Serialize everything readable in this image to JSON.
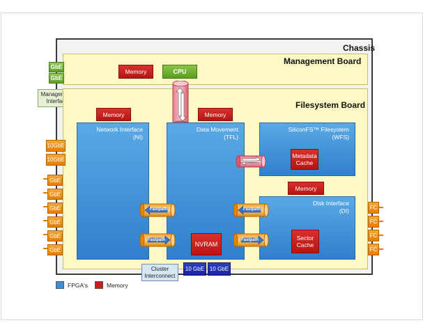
{
  "chassis": {
    "title": "Chassis"
  },
  "management_board": {
    "title": "Management Board",
    "memory": "Memory",
    "cpu": "CPU",
    "ports": [
      "GbE",
      "GbE"
    ]
  },
  "management_interface": "Management Interface",
  "filesystem_board": {
    "title": "Filesystem Board",
    "ni": {
      "memory": "Memory",
      "label": "Network Interface (NI)"
    },
    "tfl": {
      "memory": "Memory",
      "label": "Data Movement (TFL)",
      "nvram": "NVRAM"
    },
    "wfs": {
      "label": "SiliconFS™ Filesystem (WFS)",
      "cache": "Metadata Cache"
    },
    "di": {
      "memory": "Memory",
      "label": "Disk Interface (DI)",
      "cache": "Sector Cache"
    },
    "fastpath": "Fastpath"
  },
  "left_ports": [
    "10GbE",
    "10GbE",
    "GbE",
    "GbE",
    "GbE",
    "GbE",
    "GbE",
    "GbE"
  ],
  "right_ports": [
    "FC",
    "FC",
    "FC",
    "FC"
  ],
  "cluster_interconnect": {
    "label": "Cluster Interconnect",
    "ports": [
      "10 GbE",
      "10 GbE"
    ]
  },
  "legend": {
    "fpga": "FPGA's",
    "memory": "Memory"
  },
  "colors": {
    "fpga": "#3a8fd8",
    "memory": "#c81e1b",
    "cpu": "#6aaf2a",
    "port_orange": "#ee8f10",
    "port_blue": "#2233b8"
  }
}
